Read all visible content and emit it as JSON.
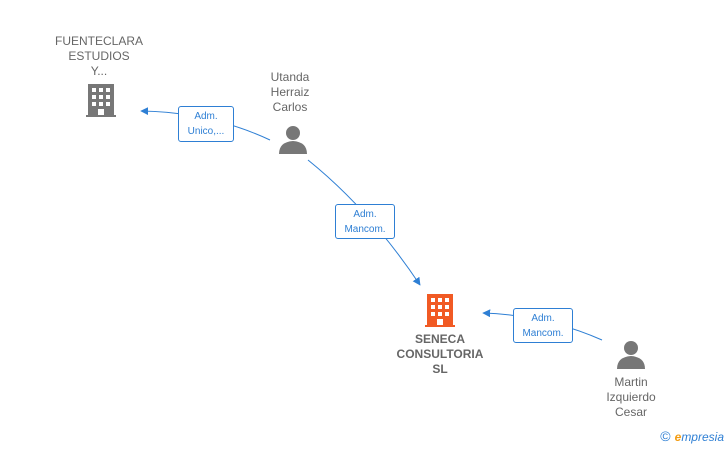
{
  "nodes": {
    "fuenteclara": {
      "lines": [
        "FUENTECLARA",
        "ESTUDIOS",
        "Y..."
      ],
      "type": "company"
    },
    "utanda": {
      "lines": [
        "Utanda",
        "Herraiz",
        "Carlos"
      ],
      "type": "person"
    },
    "seneca": {
      "lines": [
        "SENECA",
        "CONSULTORIA",
        "SL"
      ],
      "type": "company-main"
    },
    "martin": {
      "lines": [
        "Martin",
        "Izquierdo",
        "Cesar"
      ],
      "type": "person"
    }
  },
  "edges": {
    "utanda_fuenteclara": {
      "lines": [
        "Adm.",
        "Unico,..."
      ]
    },
    "utanda_seneca": {
      "lines": [
        "Adm.",
        "Mancom."
      ]
    },
    "martin_seneca": {
      "lines": [
        "Adm.",
        "Mancom."
      ]
    }
  },
  "brand": {
    "copyright": "©",
    "e": "e",
    "rest": "mpresia"
  },
  "colors": {
    "edge": "#2e7fd4",
    "company_icon": "#777777",
    "main_company_icon": "#f15a24",
    "person_icon": "#777777",
    "label_text": "#666666"
  }
}
